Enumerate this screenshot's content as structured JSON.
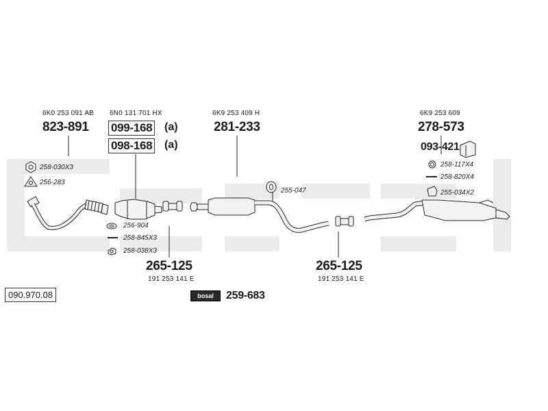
{
  "catalog_number": "090.970.08",
  "parts": {
    "front_pipe": {
      "oe": "6K0 253 091 AB",
      "number": "823-891"
    },
    "catalyst": {
      "oe": "6N0 131 701 HX",
      "variant1": "099-168",
      "variant2": "098-168",
      "suffix": "(a)"
    },
    "middle_silencer": {
      "oe": "6K9 253 409 H",
      "number": "281-233"
    },
    "rear_silencer": {
      "oe": "6K9 253 609",
      "number": "278-573"
    },
    "rear_bracket": {
      "number": "093-421"
    },
    "clamp_left": {
      "number": "265-125",
      "oe": "191 253 141 E"
    },
    "clamp_right": {
      "number": "265-125",
      "oe": "191 253 141 E"
    },
    "mounting_kit": {
      "logo": "bosal",
      "number": "259-683"
    }
  },
  "small_parts": {
    "nut": "258-030X3",
    "gasket_front": "256-283",
    "gasket_cat": "256-904",
    "bolt_cat": "258-845X3",
    "nut_cat": "258-038X3",
    "hanger_mid": "255-047",
    "ring": "258-117X4",
    "bolt_rear": "258-820X4",
    "hanger_rear": "255-034X2"
  }
}
